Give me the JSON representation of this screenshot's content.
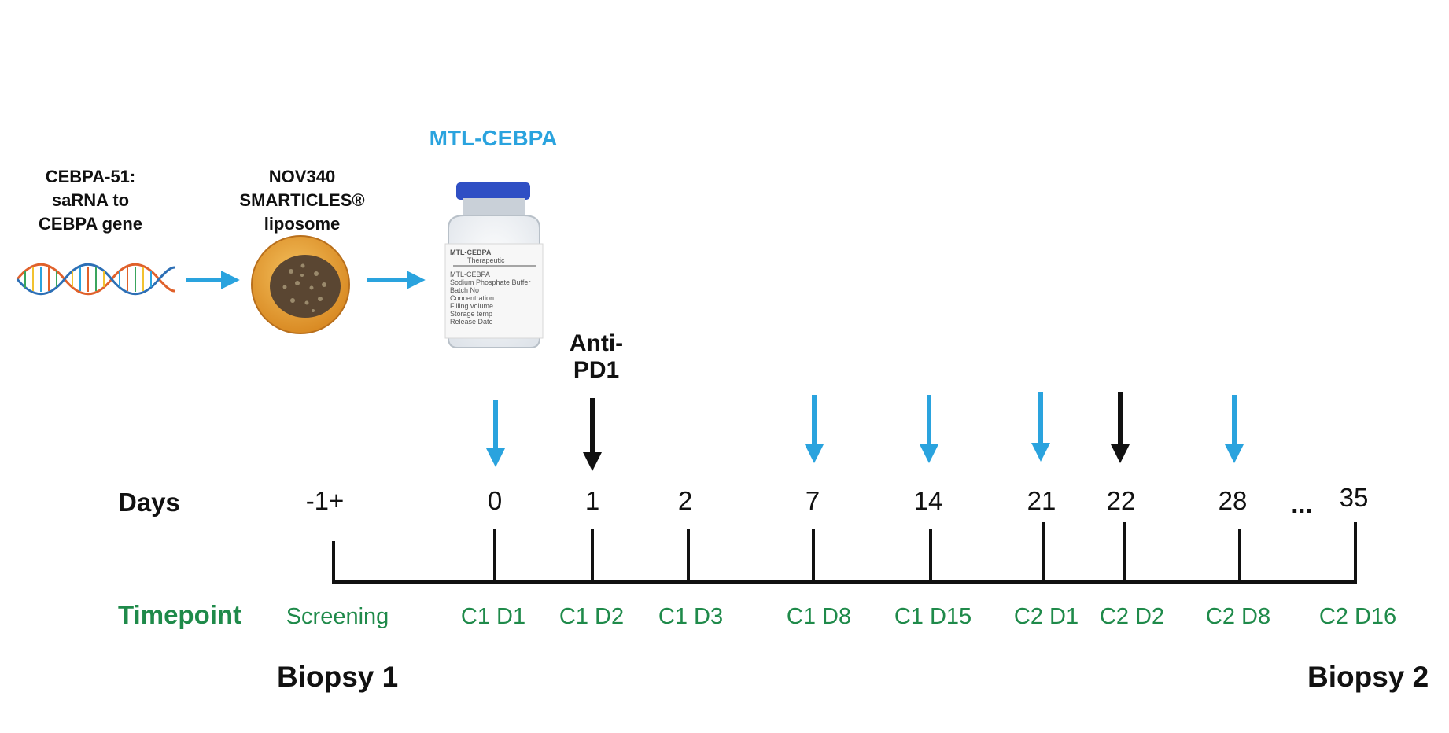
{
  "header": {
    "cebpa_label": [
      "CEBPA-51:",
      "saRNA to",
      "CEBPA gene"
    ],
    "nov_label": [
      "NOV340",
      "SMARTICLES®",
      "liposome"
    ],
    "product_title": "MTL-CEBPA",
    "vial_label_lines": [
      "MTL-CEBPA",
      "Therapeutic",
      "MTL-CEBPA",
      "Sodium Phosphate Buffer",
      "Batch No",
      "Concentration",
      "Filling volume",
      "Storage temp",
      "Release Date"
    ]
  },
  "anti_pd1_label": [
    "Anti-",
    "PD1"
  ],
  "row_titles": {
    "days": "Days",
    "timepoint": "Timepoint"
  },
  "days": [
    "-1+",
    "0",
    "1",
    "2",
    "7",
    "14",
    "21",
    "22",
    "28",
    "...",
    "35"
  ],
  "timepoints": [
    "Screening",
    "C1 D1",
    "C1 D2",
    "C1 D3",
    "C1 D8",
    "C1 D15",
    "C2 D1",
    "C2 D2",
    "C2 D8",
    "C2 D16"
  ],
  "dosing": {
    "mtl_cebpa_days": [
      "0",
      "7",
      "14",
      "21",
      "28"
    ],
    "anti_pd1_days": [
      "1",
      "22"
    ]
  },
  "biopsy": {
    "first": "Biopsy 1",
    "second": "Biopsy 2"
  },
  "colors": {
    "blue": "#2aa3de",
    "green": "#1f8a4a",
    "black": "#111111",
    "liposome_orange": "#e8a03a",
    "liposome_core": "#5a4632"
  }
}
